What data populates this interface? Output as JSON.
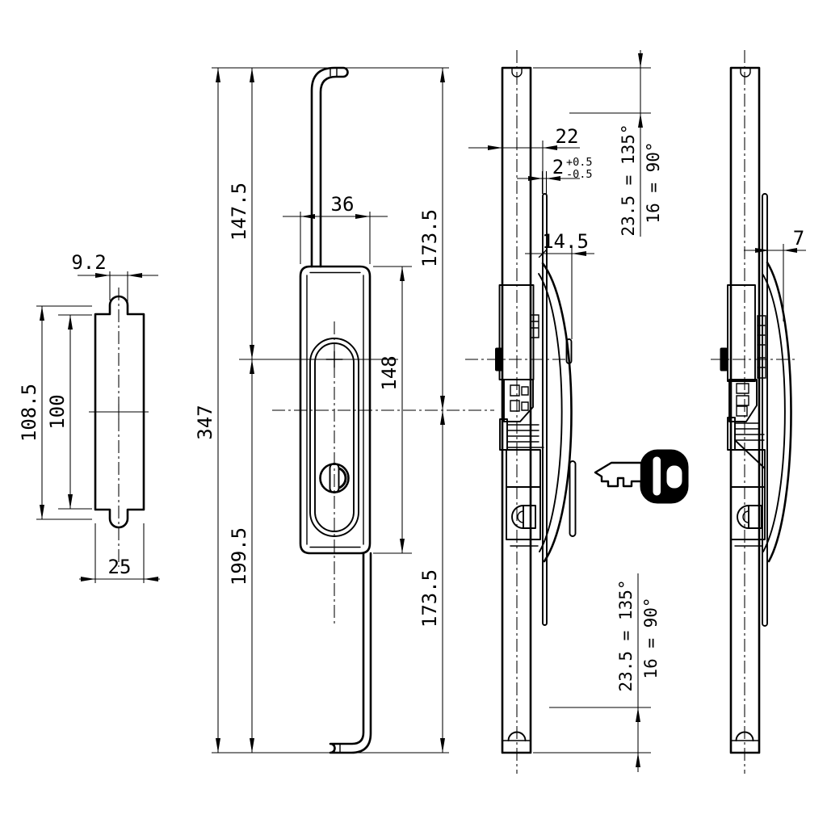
{
  "colors": {
    "line": "#000000",
    "background": "#ffffff"
  },
  "drawing_type": "engineering-orthographic-views-rod-lock-with-key",
  "dims": {
    "d_9_2": "9.2",
    "d_108_5": "108.5",
    "d_100": "100",
    "d_25": "25",
    "d_147_5": "147.5",
    "d_36": "36",
    "d_347": "347",
    "d_148": "148",
    "d_199_5": "199.5",
    "d_173_5_top": "173.5",
    "d_173_5_bottom": "173.5",
    "d_22": "22",
    "d_2": "2",
    "d_2_tol_plus": "+0.5",
    "d_2_tol_minus": "-0.5",
    "d_14_5": "14.5",
    "d_travel_top_135": "23.5 = 135°",
    "d_travel_top_90": "16 = 90°",
    "d_travel_bottom_135": "23.5 = 135°",
    "d_travel_bottom_90": "16 = 90°",
    "d_7": "7"
  }
}
